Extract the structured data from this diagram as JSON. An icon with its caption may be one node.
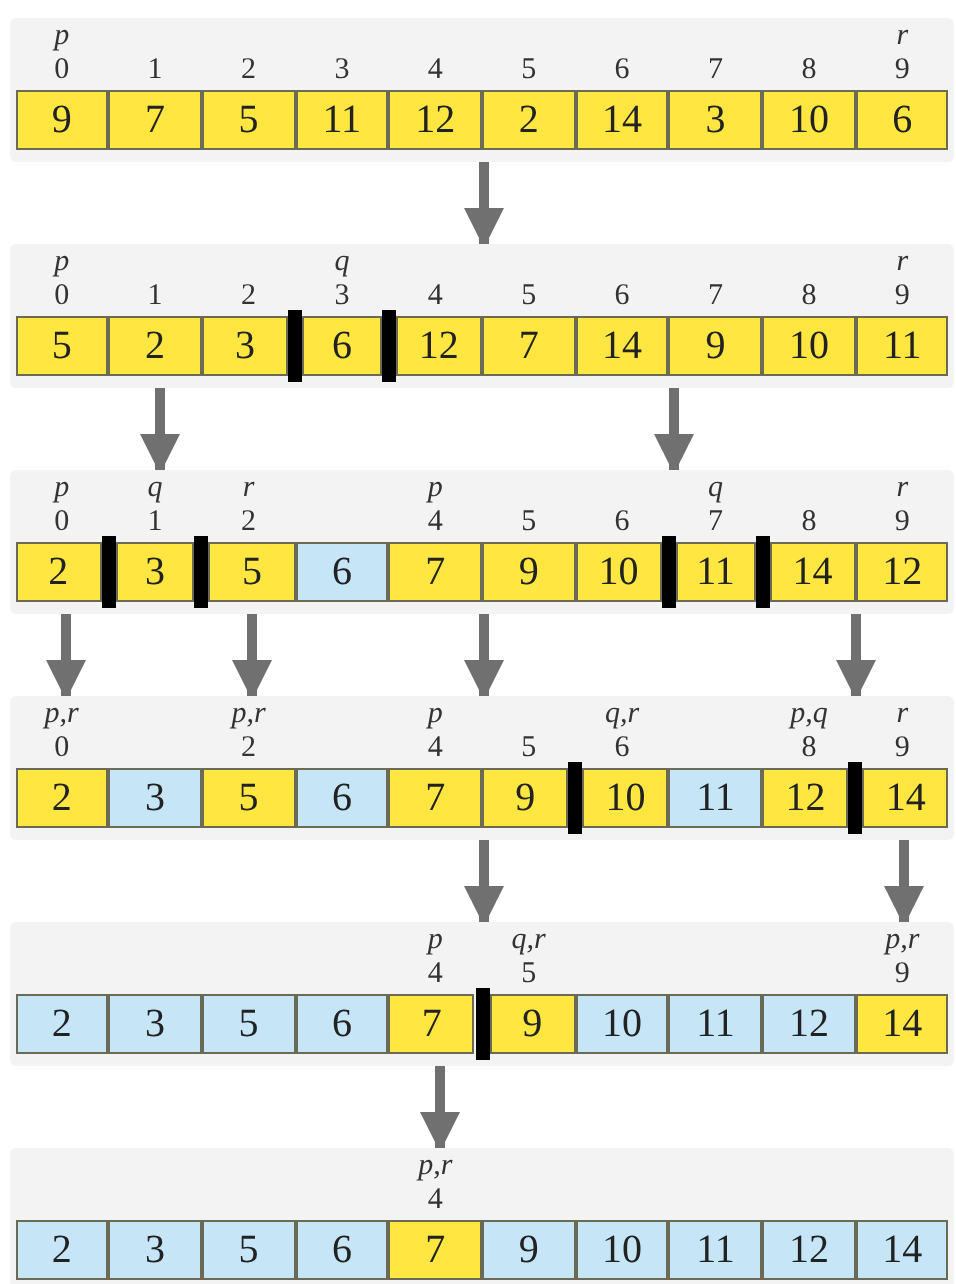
{
  "diagram": {
    "nodes": [
      {
        "text": [],
        "shape": "bar"
      },
      {
        "text": [
          "9"
        ],
        "in": 0,
        "beside": [
          "p",
          "0"
        ]
      },
      {
        "text": [
          "7"
        ],
        "in": 0,
        "beside": [
          "1"
        ]
      },
      {
        "text": [
          "5"
        ],
        "in": 0,
        "beside": [
          "2"
        ]
      },
      {
        "text": [
          "11"
        ],
        "in": 0,
        "beside": [
          "3"
        ]
      },
      {
        "text": [
          "12"
        ],
        "in": 0,
        "beside": [
          "4"
        ]
      },
      {
        "text": [
          "2"
        ],
        "in": 0,
        "beside": [
          "5"
        ]
      },
      {
        "text": [
          "14"
        ],
        "in": 0,
        "beside": [
          "6"
        ]
      },
      {
        "text": [
          "3"
        ],
        "in": 0,
        "beside": [
          "7"
        ]
      },
      {
        "text": [
          "10"
        ],
        "in": 0,
        "beside": [
          "8"
        ]
      },
      {
        "text": [
          "6"
        ],
        "in": 0,
        "beside": [
          "r",
          "9"
        ]
      },
      {
        "text": [],
        "shape": "bar"
      },
      {
        "text": [
          "5"
        ],
        "in": 11,
        "beside": [
          "p",
          "0"
        ]
      },
      {
        "text": [
          "2"
        ],
        "in": 11,
        "beside": [
          "1"
        ]
      },
      {
        "text": [
          "3"
        ],
        "in": 11,
        "beside": [
          "2"
        ]
      },
      {
        "text": [
          "6"
        ],
        "in": 11,
        "beside": [
          "q",
          "3"
        ]
      },
      {
        "text": [
          "12"
        ],
        "in": 11,
        "beside": [
          "4"
        ]
      },
      {
        "text": [
          "7"
        ],
        "in": 11,
        "beside": [
          "5"
        ]
      },
      {
        "text": [
          "14"
        ],
        "in": 11,
        "beside": [
          "6"
        ]
      },
      {
        "text": [
          "9"
        ],
        "in": 11,
        "beside": [
          "7"
        ]
      },
      {
        "text": [
          "10"
        ],
        "in": 11,
        "beside": [
          "8"
        ]
      },
      {
        "text": [
          "11"
        ],
        "in": 11,
        "beside": [
          "r",
          "9"
        ]
      },
      {
        "text": [],
        "shape": "bar"
      },
      {
        "text": [
          "2"
        ],
        "in": 22,
        "beside": [
          "p",
          "0"
        ]
      },
      {
        "text": [
          "3"
        ],
        "in": 22,
        "beside": [
          "q",
          "1"
        ]
      },
      {
        "text": [
          "5"
        ],
        "in": 22,
        "beside": [
          "r",
          "2"
        ]
      },
      {
        "text": [
          "6"
        ],
        "in": 22
      },
      {
        "text": [
          "7"
        ],
        "in": 22,
        "beside": [
          "p",
          "4"
        ]
      },
      {
        "text": [
          "9"
        ],
        "in": 22,
        "beside": [
          "5"
        ]
      },
      {
        "text": [
          "10"
        ],
        "in": 22,
        "beside": [
          "6"
        ]
      },
      {
        "text": [
          "11"
        ],
        "in": 22,
        "beside": [
          "q",
          "7"
        ]
      },
      {
        "text": [
          "14"
        ],
        "in": 22,
        "beside": [
          "8"
        ]
      },
      {
        "text": [
          "12"
        ],
        "in": 22,
        "beside": [
          "r",
          "9"
        ]
      },
      {
        "text": [],
        "shape": "bar"
      },
      {
        "text": [
          "2"
        ],
        "in": 33,
        "beside": [
          "p,r",
          "0"
        ]
      },
      {
        "text": [
          "3"
        ],
        "in": 33
      },
      {
        "text": [
          "5"
        ],
        "in": 33,
        "beside": [
          "p,r",
          "2"
        ]
      },
      {
        "text": [
          "6"
        ],
        "in": 33
      },
      {
        "text": [
          "7"
        ],
        "in": 33,
        "beside": [
          "p",
          "4"
        ]
      },
      {
        "text": [
          "9"
        ],
        "in": 33,
        "beside": [
          "5"
        ]
      },
      {
        "text": [
          "10"
        ],
        "in": 33,
        "beside": [
          "q,r",
          "6"
        ]
      },
      {
        "text": [
          "11"
        ],
        "in": 33
      },
      {
        "text": [
          "12"
        ],
        "in": 33,
        "beside": [
          "p,q",
          "8"
        ]
      },
      {
        "text": [
          "14"
        ],
        "in": 33,
        "beside": [
          "r",
          "9"
        ]
      },
      {
        "text": [],
        "shape": "bar"
      },
      {
        "text": [
          "2"
        ],
        "in": 44
      },
      {
        "text": [
          "3"
        ],
        "in": 44
      },
      {
        "text": [
          "5"
        ],
        "in": 44
      },
      {
        "text": [
          "6"
        ],
        "in": 44
      },
      {
        "text": [
          "7"
        ],
        "in": 44,
        "beside": [
          "p",
          "4"
        ]
      },
      {
        "text": [
          "9"
        ],
        "in": 44,
        "beside": [
          "q,r",
          "5"
        ]
      },
      {
        "text": [
          "10"
        ],
        "in": 44
      },
      {
        "text": [
          "11"
        ],
        "in": 44
      },
      {
        "text": [
          "12"
        ],
        "in": 44
      },
      {
        "text": [
          "14"
        ],
        "in": 44,
        "beside": [
          "p,r",
          "9"
        ]
      },
      {
        "text": [],
        "shape": "bar"
      },
      {
        "text": [
          "2"
        ],
        "in": 55
      },
      {
        "text": [
          "3"
        ],
        "in": 55
      },
      {
        "text": [
          "5"
        ],
        "in": 55
      },
      {
        "text": [
          "6"
        ],
        "in": 55
      },
      {
        "text": [
          "7"
        ],
        "in": 55,
        "beside": [
          "p,r",
          "4"
        ]
      },
      {
        "text": [
          "9"
        ],
        "in": 55
      },
      {
        "text": [
          "10"
        ],
        "in": 55
      },
      {
        "text": [
          "11"
        ],
        "in": 55
      },
      {
        "text": [
          "12"
        ],
        "in": 55
      },
      {
        "text": [
          "14"
        ],
        "in": 55
      }
    ],
    "edges": [
      {
        "from": 0,
        "to": 11,
        "arrow": "to"
      },
      {
        "from": 11,
        "to": 22,
        "arrow": "to"
      },
      {
        "from": 11,
        "to": 22,
        "arrow": "to"
      },
      {
        "from": 22,
        "to": 33,
        "arrow": "to"
      },
      {
        "from": 22,
        "to": 33,
        "arrow": "to"
      },
      {
        "from": 22,
        "to": 33,
        "arrow": "to"
      },
      {
        "from": 22,
        "to": 33,
        "arrow": "to"
      },
      {
        "from": 33,
        "to": 44,
        "arrow": "to"
      },
      {
        "from": 33,
        "to": 44,
        "arrow": "to"
      },
      {
        "from": 44,
        "to": 55,
        "arrow": "to"
      }
    ]
  }
}
